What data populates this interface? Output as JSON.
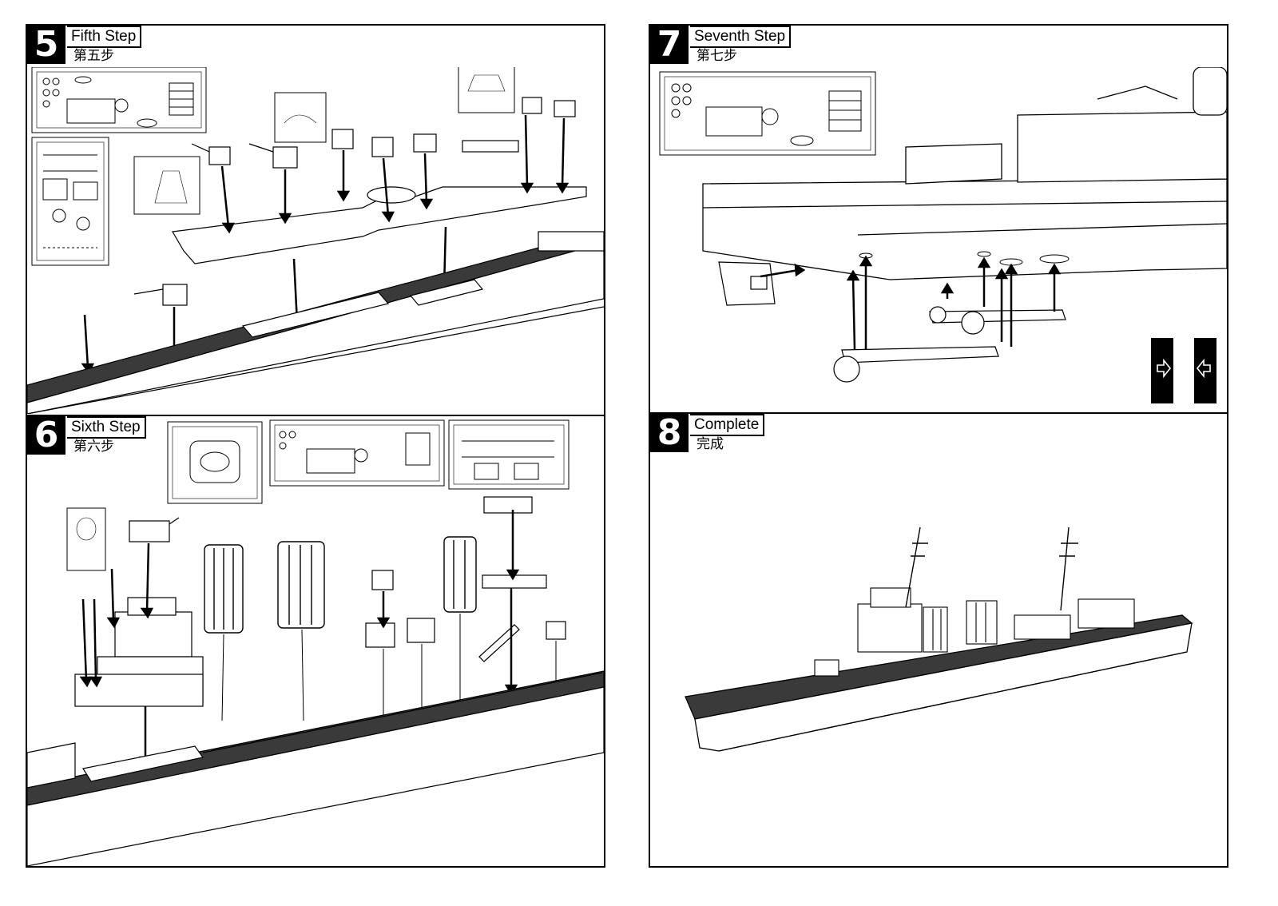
{
  "steps": [
    {
      "number": "5",
      "title": "Fifth Step",
      "subtitle": "第五步"
    },
    {
      "number": "6",
      "title": "Sixth Step",
      "subtitle": "第六步"
    },
    {
      "number": "7",
      "title": "Seventh Step",
      "subtitle": "第七步"
    },
    {
      "number": "8",
      "title": "Complete",
      "subtitle": "完成"
    }
  ],
  "icons": {
    "insert_arrow_right": "arrow-right-icon",
    "insert_arrow_left": "arrow-left-icon"
  },
  "colors": {
    "ink": "#000000",
    "paper": "#ffffff",
    "shade": "#3a3a3a"
  }
}
